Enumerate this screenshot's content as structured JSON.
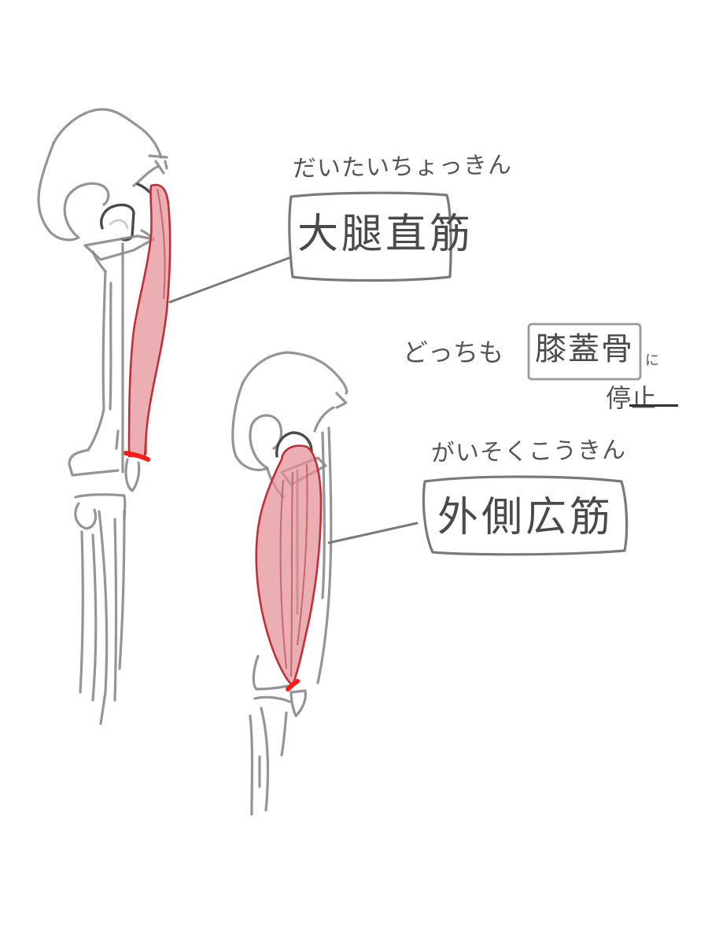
{
  "diagram": {
    "subject": "thigh-muscles-sketch",
    "colors": {
      "bone_line": "#8a8a8a",
      "bone_dark": "#4a4a4a",
      "muscle_fill": "#e28f95",
      "muscle_outline": "#c0303a",
      "insertion_mark": "#ff1a1a",
      "label_text": "#4a4a4a"
    },
    "figures": [
      {
        "id": "figure-1",
        "muscle": "rectus-femoris",
        "label": {
          "reading": "だいたいちょっきん",
          "kanji": "大腿直筋"
        }
      },
      {
        "id": "figure-2",
        "muscle": "vastus-lateralis",
        "label": {
          "reading": "がいそくこうきん",
          "kanji": "外側広筋"
        }
      }
    ],
    "note": {
      "prefix": "どっちも",
      "boxed": "膝蓋骨",
      "particle": "に",
      "suffix": "停止"
    }
  }
}
